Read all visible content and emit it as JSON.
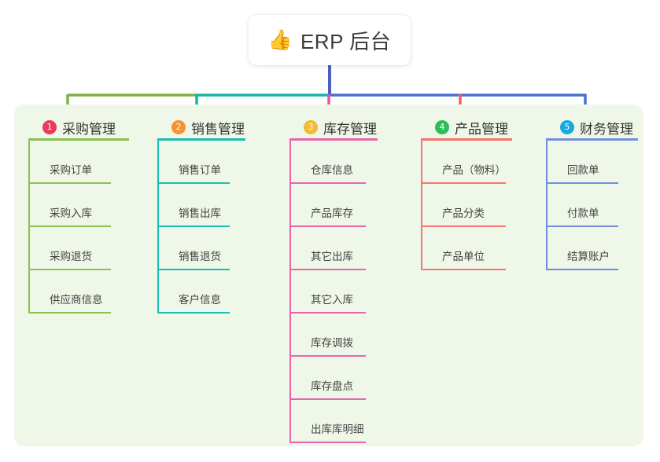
{
  "root": {
    "icon": "thumbs-up-icon",
    "icon_glyph": "👍",
    "title": "ERP 后台"
  },
  "colors": {
    "panel_bg": "#eef7e8",
    "page_bg": "#ffffff",
    "root_bus": "#4a5fc1",
    "branch_1": "#7cb342",
    "branch_2": "#13b5a6",
    "branch_3": "#e8559f",
    "branch_4": "#f4605a",
    "branch_5": "#4a6fd4",
    "badge_1": "#ea3b5c",
    "badge_2": "#f39237",
    "badge_3": "#f5b935",
    "badge_4": "#2ebd59",
    "badge_5": "#17a9e0",
    "rule_1": "#8cc152",
    "rule_2": "#19bfae",
    "rule_3": "#e766ab",
    "rule_4": "#f5756f",
    "rule_5": "#6f8fdd",
    "text": "#444444"
  },
  "columns": [
    {
      "index": "1",
      "title": "采购管理",
      "badge_color": "#ea3b5c",
      "rule_color": "#8cc152",
      "branch_color": "#7cb342",
      "items": [
        {
          "label": "采购订单"
        },
        {
          "label": "采购入库"
        },
        {
          "label": "采购退货"
        },
        {
          "label": "供应商信息"
        }
      ]
    },
    {
      "index": "2",
      "title": "销售管理",
      "badge_color": "#f39237",
      "rule_color": "#19bfae",
      "branch_color": "#13b5a6",
      "items": [
        {
          "label": "销售订单"
        },
        {
          "label": "销售出库"
        },
        {
          "label": "销售退货"
        },
        {
          "label": "客户信息"
        }
      ]
    },
    {
      "index": "3",
      "title": "库存管理",
      "badge_color": "#f5b935",
      "rule_color": "#e766ab",
      "branch_color": "#e8559f",
      "items": [
        {
          "label": "仓库信息"
        },
        {
          "label": "产品库存"
        },
        {
          "label": "其它出库"
        },
        {
          "label": "其它入库"
        },
        {
          "label": "库存调拨"
        },
        {
          "label": "库存盘点"
        },
        {
          "label": "出库库明细"
        }
      ]
    },
    {
      "index": "4",
      "title": "产品管理",
      "badge_color": "#2ebd59",
      "rule_color": "#f5756f",
      "branch_color": "#f4605a",
      "items": [
        {
          "label": "产品（物料）"
        },
        {
          "label": "产品分类"
        },
        {
          "label": "产品单位"
        }
      ]
    },
    {
      "index": "5",
      "title": "财务管理",
      "badge_color": "#17a9e0",
      "rule_color": "#6f8fdd",
      "branch_color": "#4a6fd4",
      "items": [
        {
          "label": "回款单"
        },
        {
          "label": "付款单"
        },
        {
          "label": "结算账户"
        }
      ]
    }
  ]
}
